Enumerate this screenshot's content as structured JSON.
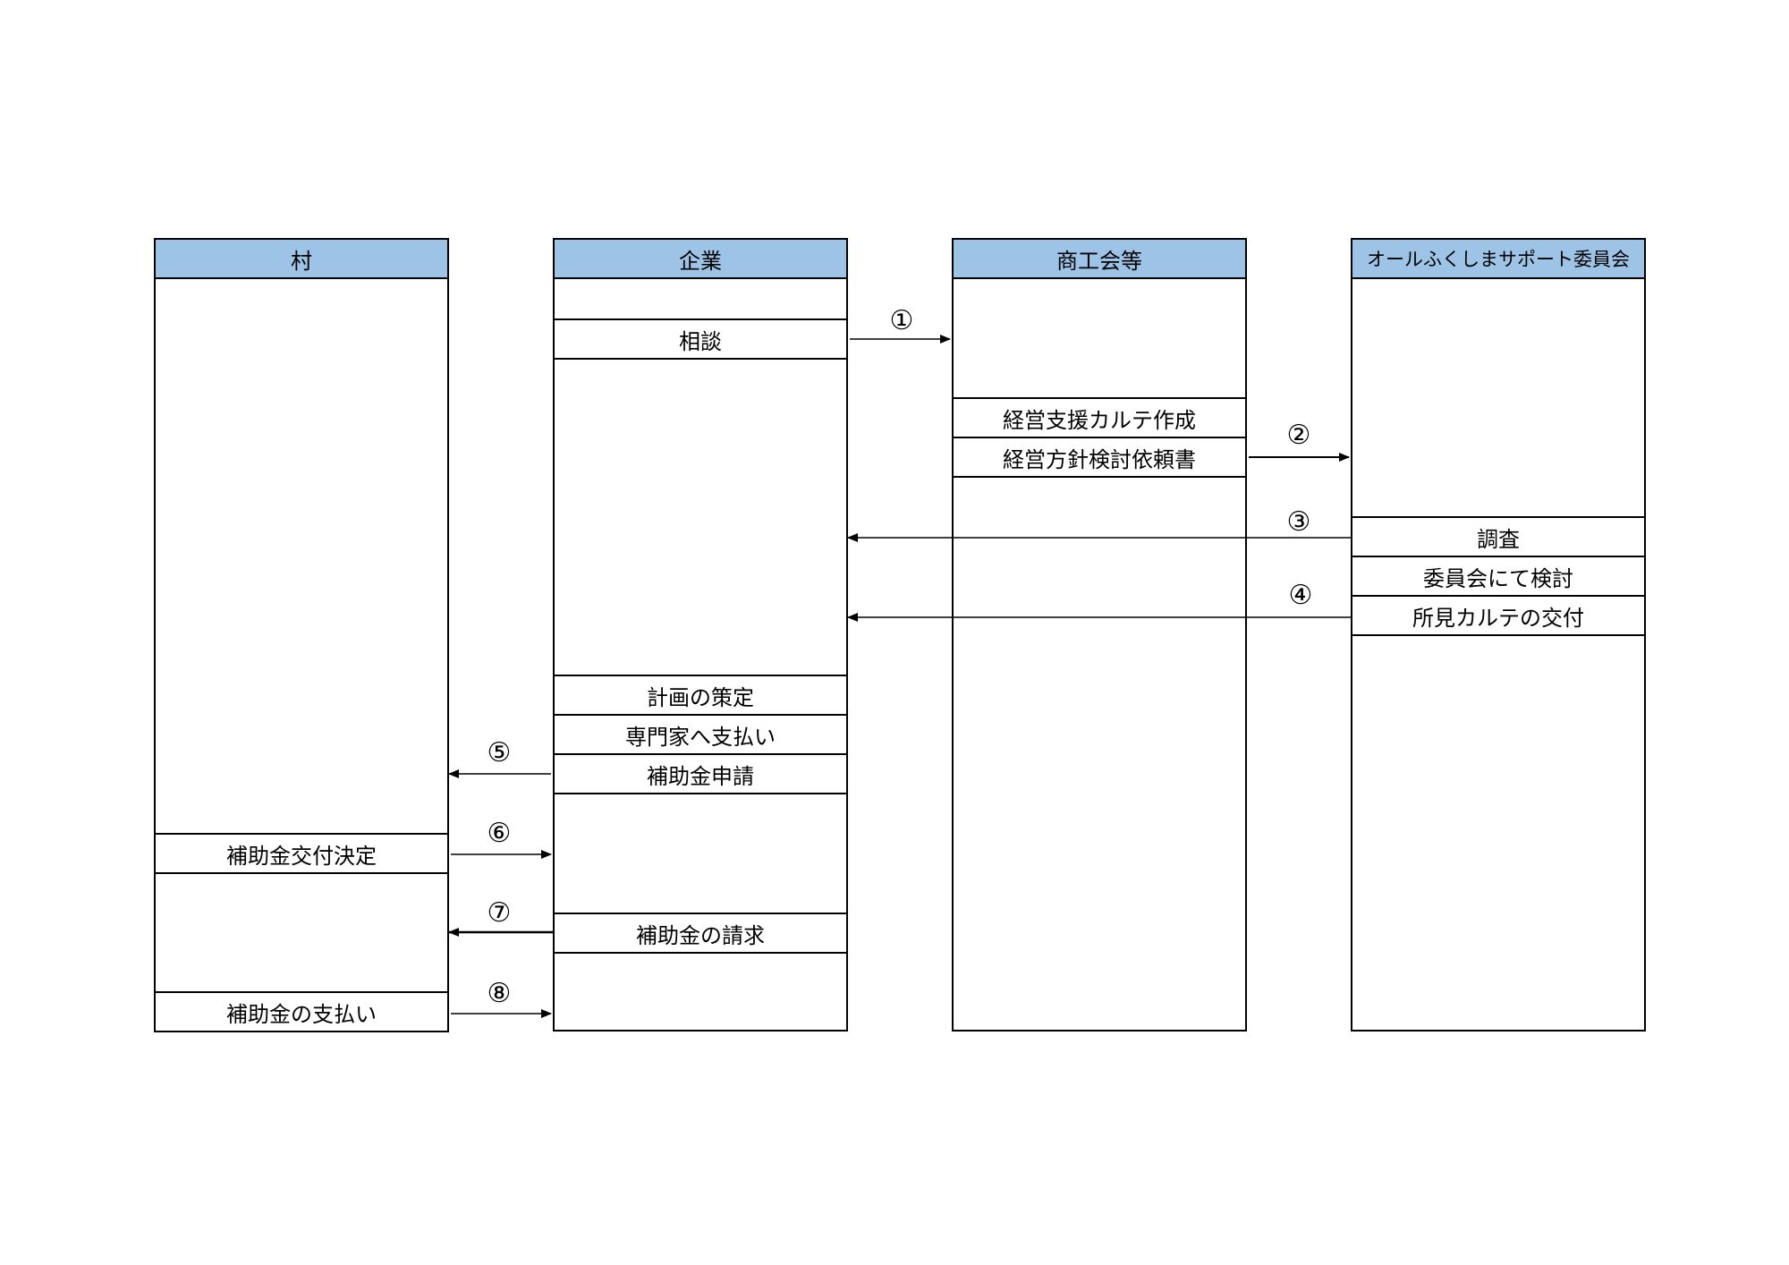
{
  "lanes": [
    {
      "id": "village",
      "title": "村"
    },
    {
      "id": "company",
      "title": "企業"
    },
    {
      "id": "chamber",
      "title": "商工会等"
    },
    {
      "id": "committee",
      "title": "オールふくしまサポート委員会"
    }
  ],
  "steps": {
    "consultation": "相談",
    "karte_creation": "経営支援カルテ作成",
    "policy_request": "経営方針検討依頼書",
    "investigation": "調査",
    "committee_review": "委員会にて検討",
    "opinion_delivery": "所見カルテの交付",
    "plan_formulation": "計画の策定",
    "expert_payment": "専門家へ支払い",
    "subsidy_application": "補助金申請",
    "grant_decision": "補助金交付決定",
    "subsidy_claim": "補助金の請求",
    "subsidy_payment": "補助金の支払い"
  },
  "flow_numbers": [
    "①",
    "②",
    "③",
    "④",
    "⑤",
    "⑥",
    "⑦",
    "⑧"
  ],
  "colors": {
    "header_fill": "#9dc3e6",
    "line": "#000000"
  }
}
